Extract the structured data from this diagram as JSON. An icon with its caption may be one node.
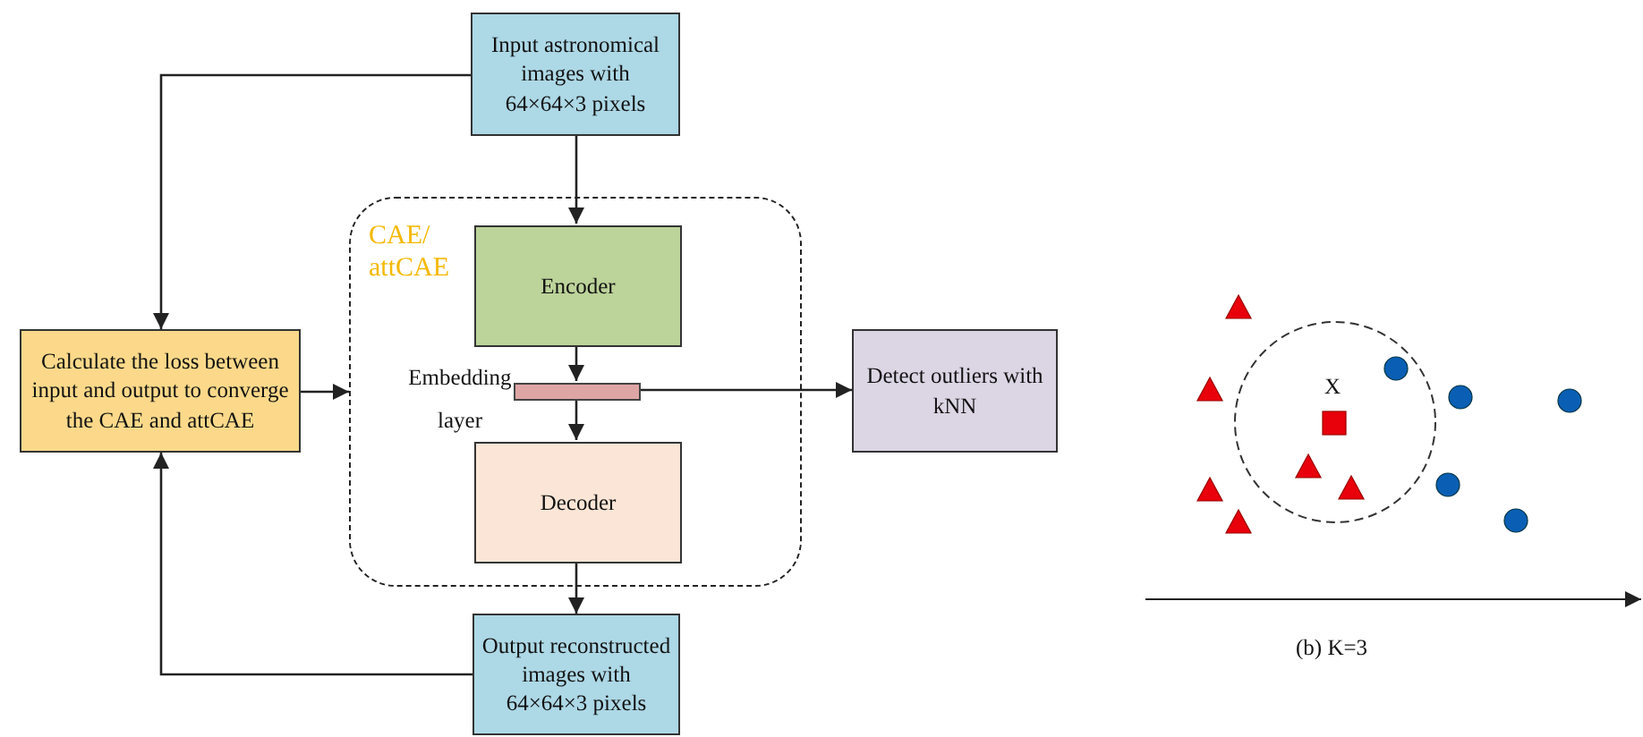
{
  "diagram": {
    "nodes": [
      {
        "text": [
          "Input astronomical images with 64×64×3 pixels"
        ]
      },
      {
        "text": [
          "Calculate the loss between input and output to converge the CAE and attCAE"
        ]
      },
      {
        "text": [
          "CAE/ attCAE"
        ]
      },
      {
        "text": [
          "Encoder"
        ],
        "in": 2
      },
      {
        "text": [],
        "shape": "bar",
        "beside": [
          "Embedding layer"
        ],
        "in": 2
      },
      {
        "text": [
          "Decoder"
        ],
        "in": 2
      },
      {
        "text": [
          "Output reconstructed images with 64×64×3 pixels"
        ]
      },
      {
        "text": [
          "Detect outliers with kNN"
        ]
      }
    ],
    "edges": [
      {
        "from": 0,
        "to": 1,
        "arrow": "to"
      },
      {
        "from": 0,
        "to": 3,
        "arrow": "to"
      },
      {
        "from": 3,
        "to": 4,
        "arrow": "to"
      },
      {
        "from": 4,
        "to": 5,
        "arrow": "to"
      },
      {
        "from": 5,
        "to": 6,
        "arrow": "to"
      },
      {
        "from": 6,
        "to": 1,
        "arrow": "to"
      },
      {
        "from": 1,
        "to": 2,
        "arrow": "to"
      },
      {
        "from": 4,
        "to": 7,
        "arrow": "to"
      }
    ],
    "labels": [
      "X",
      "(b) K=3"
    ]
  }
}
